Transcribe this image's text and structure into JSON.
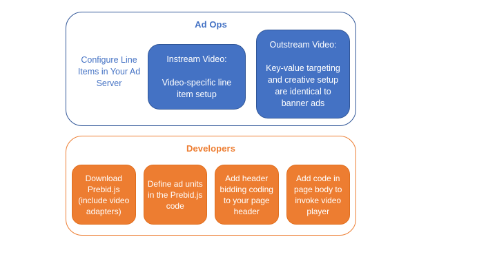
{
  "colors": {
    "blue_fill": "#4472C4",
    "blue_border": "#2F5597",
    "blue_text": "#4472C4",
    "orange_fill": "#ED7D31",
    "orange_text": "#ED7D31",
    "node_text": "#FFFFFF",
    "background": "#FFFFFF"
  },
  "ad_ops": {
    "title": "Ad Ops",
    "side_note": "Configure Line Items in Your Ad Server",
    "boxes": [
      {
        "heading": "Instream Video:",
        "body": "Video-specific line item setup"
      },
      {
        "heading": "Outstream Video:",
        "body": "Key-value targeting and creative setup are identical to banner ads"
      }
    ]
  },
  "developers": {
    "title": "Developers",
    "steps": [
      {
        "label": "Download Prebid.js (include video adapters)"
      },
      {
        "label": "Define ad units in the Prebid.js code"
      },
      {
        "label": "Add header bidding coding to your page header"
      },
      {
        "label": "Add code in page body to invoke video player"
      }
    ]
  }
}
